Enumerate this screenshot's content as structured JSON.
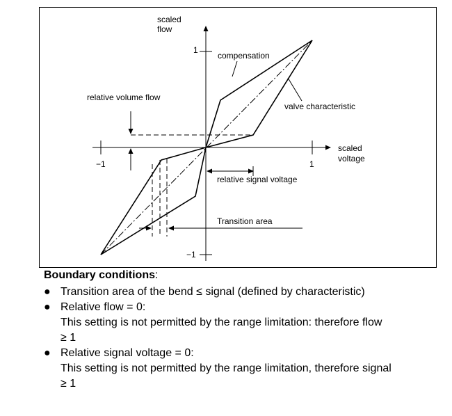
{
  "diagram": {
    "y_axis_label": [
      "scaled",
      "flow"
    ],
    "x_axis_label": [
      "scaled",
      "voltage"
    ],
    "tick_y_pos": "1",
    "tick_y_neg": "−1",
    "tick_x_neg": "−1",
    "tick_x_pos": "1",
    "label_compensation": "compensation",
    "label_valve": "valve characteristic",
    "label_rel_volume_flow": "relative volume flow",
    "label_rel_signal_voltage": "relative signal voltage",
    "label_transition_area": "Transition area"
  },
  "notes": {
    "title": "Boundary conditions",
    "title_colon": ":",
    "bullet_symbol": "●",
    "items": [
      {
        "line1": "Transition area of the bend ≤   signal (defined by characteristic)",
        "line2": "",
        "line3": ""
      },
      {
        "line1": "Relative flow = 0:",
        "line2": "This setting is not permitted by the range limitation: therefore flow",
        "line3": "≥ 1"
      },
      {
        "line1": "Relative signal voltage = 0:",
        "line2": "This setting is not permitted by the range limitation, therefore signal",
        "line3": "≥   1"
      }
    ]
  }
}
